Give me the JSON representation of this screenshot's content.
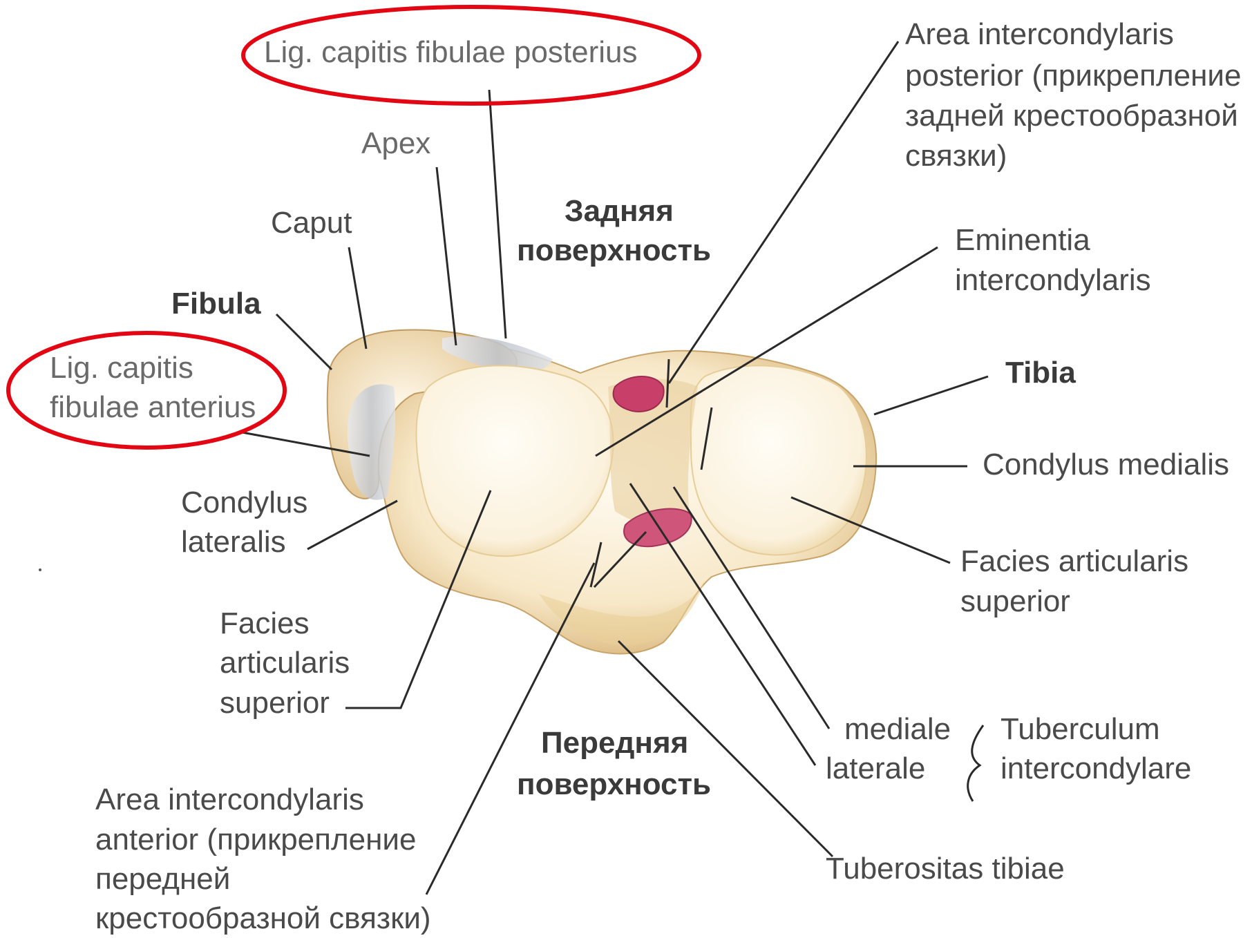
{
  "labels": {
    "lig_posterius": "Lig. capitis fibulae posterius",
    "area_post_1": "Area intercondylaris",
    "area_post_2": "posterior (прикрепление",
    "area_post_3": "задней крестообразной",
    "area_post_4": "связки)",
    "apex": "Apex",
    "caput": "Caput",
    "zadnyaya_1": "Задняя",
    "zadnyaya_2": "поверхность",
    "eminentia_1": "Eminentia",
    "eminentia_2": "intercondylaris",
    "fibula": "Fibula",
    "lig_anterius_1": "Lig. capitis",
    "lig_anterius_2": "fibulae anterius",
    "tibia": "Tibia",
    "condylus_medialis": "Condylus medialis",
    "condylus_lateralis_1": "Condylus",
    "condylus_lateralis_2": "lateralis",
    "facies_right_1": "Facies articularis",
    "facies_right_2": "superior",
    "facies_left_1": "Facies",
    "facies_left_2": "articularis",
    "facies_left_3": "superior",
    "mediale": "mediale",
    "laterale": "laterale",
    "tuberculum_1": "Tuberculum",
    "tuberculum_2": "intercondylare",
    "perednyaya_1": "Передняя",
    "perednyaya_2": "поверхность",
    "area_ant_1": "Area intercondylaris",
    "area_ant_2": "anterior (прикрепление",
    "area_ant_3": "передней",
    "area_ant_4": "крестообразной связки)",
    "tuberositas": "Tuberositas tibiae"
  },
  "colors": {
    "highlight_ellipse": "#e30613",
    "bone_fill": "#fbf3e0",
    "bone_shadow": "#d9b478",
    "ligament": "#cfd3db",
    "attachment": "#c8406a",
    "leader_line": "#2a2a2a"
  }
}
